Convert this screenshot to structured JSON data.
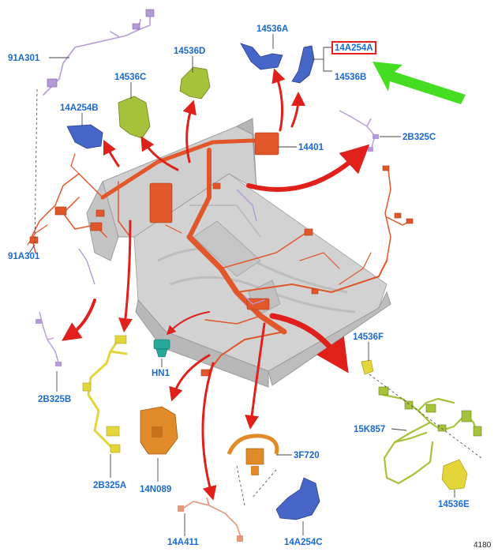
{
  "figure_number": "4180",
  "colors": {
    "label": "#1a6ad2",
    "harness_main": "#e2572a",
    "harness_purple": "#b59ad8",
    "bracket_blue": "#4666c8",
    "part_green": "#a6c23a",
    "part_yellow": "#e4d53a",
    "part_orange": "#e08a2a",
    "part_teal": "#26a89a",
    "highlight_box": "#e0201a",
    "pointer_green": "#44dd22",
    "red_arrows": "#e0201a",
    "floor_pan": "#d0d0d0"
  },
  "highlighted_label": "14A254A",
  "labels": [
    {
      "id": "91A301",
      "text": "91A301"
    },
    {
      "id": "14536A",
      "text": "14536A"
    },
    {
      "id": "14A254A",
      "text": "14A254A"
    },
    {
      "id": "14536D",
      "text": "14536D"
    },
    {
      "id": "14536B",
      "text": "14536B"
    },
    {
      "id": "14536C",
      "text": "14536C"
    },
    {
      "id": "14A254B",
      "text": "14A254B"
    },
    {
      "id": "2B325C",
      "text": "2B325C"
    },
    {
      "id": "14401",
      "text": "14401"
    },
    {
      "id": "91A301-lower",
      "text": "91A301"
    },
    {
      "id": "14536F",
      "text": "14536F"
    },
    {
      "id": "HN1",
      "text": "HN1"
    },
    {
      "id": "2B325B",
      "text": "2B325B"
    },
    {
      "id": "15K857",
      "text": "15K857"
    },
    {
      "id": "3F720",
      "text": "3F720"
    },
    {
      "id": "2B325A",
      "text": "2B325A"
    },
    {
      "id": "14N089",
      "text": "14N089"
    },
    {
      "id": "14536E",
      "text": "14536E"
    },
    {
      "id": "14A411",
      "text": "14A411"
    },
    {
      "id": "14A254C",
      "text": "14A254C"
    }
  ]
}
